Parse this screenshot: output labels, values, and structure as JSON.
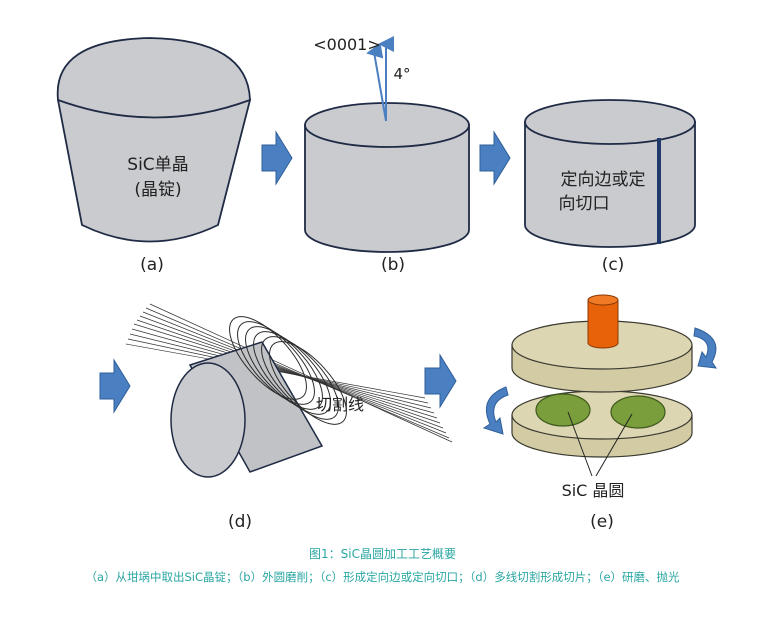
{
  "panels": {
    "a": {
      "label": "(a)",
      "text_line1": "SiC单晶",
      "text_line2": "(晶锭)"
    },
    "b": {
      "label": "(b)",
      "axis": "<0001>",
      "angle": "4°"
    },
    "c": {
      "label": "(c)",
      "text_line1": "定向边或定",
      "text_line2": "向切口"
    },
    "d": {
      "label": "(d)",
      "text": "切割线"
    },
    "e": {
      "label": "(e)",
      "text": "SiC 晶圆"
    }
  },
  "caption": {
    "title": "图1：SiC晶圆加工工艺概要",
    "body": "（a）从坩埚中取出SiC晶锭；（b）外圆磨削；（c）形成定向边或定向切口；（d）多线切割形成切片；（e）研磨、抛光"
  },
  "colors": {
    "ingot_gray": "#c9cbcf",
    "outline": "#1f2a44",
    "arrow_blue": "#4a7fc1",
    "disk_tan": "#ddd6b2",
    "wafer_green": "#7a9e3c",
    "post_orange": "#e8620a",
    "caption_teal": "#2aa6a2"
  }
}
